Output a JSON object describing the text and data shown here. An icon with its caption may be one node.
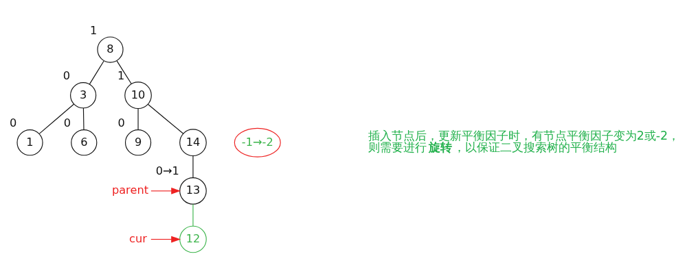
{
  "diagram": {
    "nodes": [
      {
        "text": [
          "8"
        ],
        "beside": [
          "1"
        ]
      },
      {
        "text": [
          "3"
        ],
        "beside": [
          "0"
        ]
      },
      {
        "text": [
          "10"
        ],
        "beside": [
          "1"
        ]
      },
      {
        "text": [
          "1"
        ],
        "beside": [
          "0"
        ]
      },
      {
        "text": [
          "6"
        ],
        "beside": [
          "0"
        ]
      },
      {
        "text": [
          "9"
        ],
        "beside": [
          "0"
        ]
      },
      {
        "text": [
          "14"
        ]
      },
      {
        "text": [
          "-1→-2"
        ]
      },
      {
        "text": [
          "13"
        ],
        "beside": [
          "0→1"
        ]
      },
      {
        "text": [
          "parent"
        ]
      },
      {
        "text": [
          "12"
        ]
      },
      {
        "text": [
          "cur"
        ]
      }
    ],
    "edges": [
      {
        "from": 0,
        "to": 1,
        "arrow": "none"
      },
      {
        "from": 0,
        "to": 2,
        "arrow": "none"
      },
      {
        "from": 1,
        "to": 3,
        "arrow": "none"
      },
      {
        "from": 1,
        "to": 4,
        "arrow": "none"
      },
      {
        "from": 2,
        "to": 5,
        "arrow": "none"
      },
      {
        "from": 2,
        "to": 6,
        "arrow": "none"
      },
      {
        "from": 6,
        "to": 8,
        "arrow": "none"
      },
      {
        "from": 8,
        "to": 10,
        "arrow": "none",
        "color": "#3cb44b"
      },
      {
        "from": 9,
        "to": 8,
        "arrow": "to",
        "color": "#ee2222"
      },
      {
        "from": 11,
        "to": 10,
        "arrow": "to",
        "color": "#ee2222"
      }
    ],
    "labels": [
      "插入节点后，更新平衡因子时，有节点平衡因子变为2或-2，则需要进行**旋转**，以保证二叉搜索树的平衡结构"
    ]
  }
}
